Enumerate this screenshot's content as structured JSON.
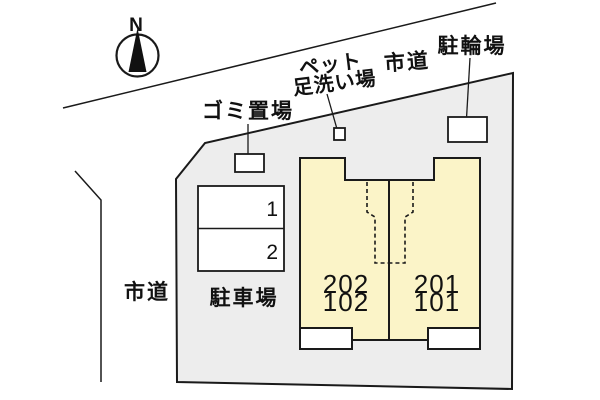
{
  "compass": {
    "label": "N"
  },
  "roads": {
    "top_label": "市道",
    "left_label": "市道"
  },
  "facilities": {
    "garbage": {
      "label": "ゴミ置場"
    },
    "pet_wash": {
      "label_line1": "ペット",
      "label_line2": "足洗い場"
    },
    "bicycle": {
      "label": "駐輪場"
    }
  },
  "parking": {
    "label": "駐車場",
    "stalls": [
      "1",
      "2"
    ]
  },
  "building": {
    "left_unit": {
      "upper": "202",
      "lower": "102"
    },
    "right_unit": {
      "upper": "201",
      "lower": "101"
    }
  },
  "colors": {
    "background": "#FFFFFF",
    "site_fill": "#EDEDED",
    "building_fill": "#FBF4C8",
    "line": "#1A1A1A"
  }
}
